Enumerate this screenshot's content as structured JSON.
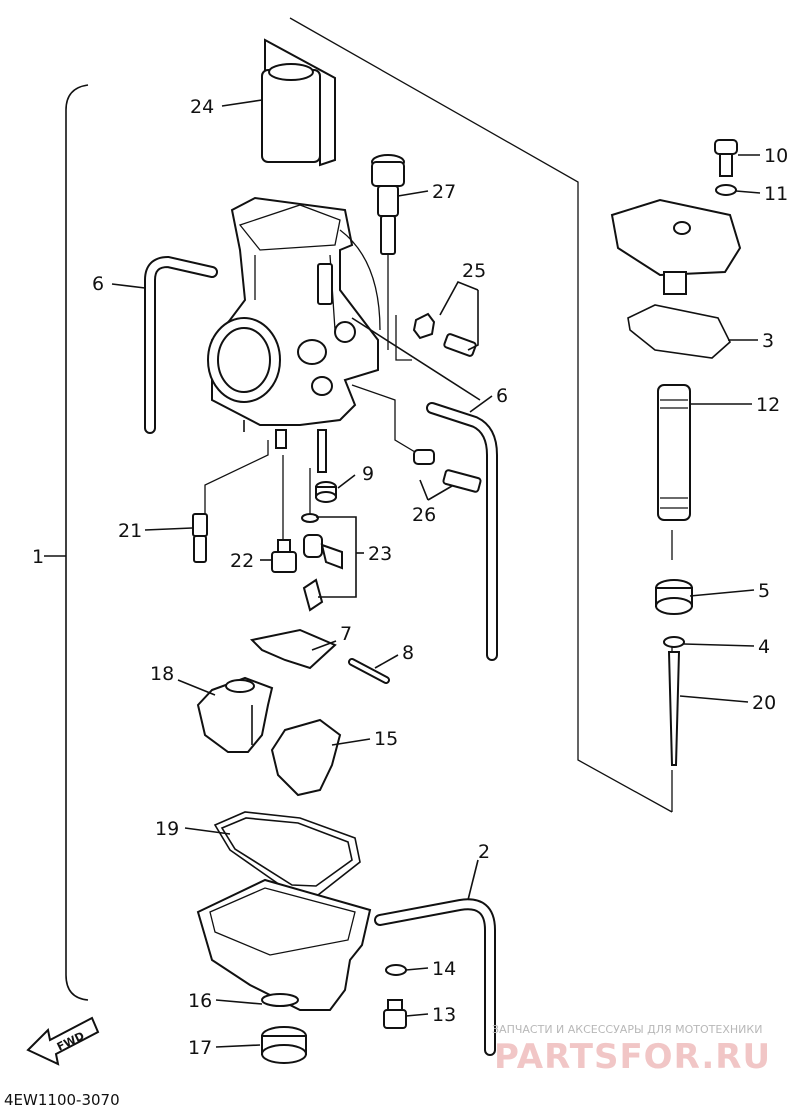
{
  "diagram": {
    "callouts": [
      {
        "id": "1",
        "label": "1"
      },
      {
        "id": "2",
        "label": "2"
      },
      {
        "id": "3",
        "label": "3"
      },
      {
        "id": "4",
        "label": "4"
      },
      {
        "id": "5",
        "label": "5"
      },
      {
        "id": "6a",
        "label": "6"
      },
      {
        "id": "6b",
        "label": "6"
      },
      {
        "id": "7",
        "label": "7"
      },
      {
        "id": "8",
        "label": "8"
      },
      {
        "id": "9",
        "label": "9"
      },
      {
        "id": "10",
        "label": "10"
      },
      {
        "id": "11",
        "label": "11"
      },
      {
        "id": "12",
        "label": "12"
      },
      {
        "id": "13",
        "label": "13"
      },
      {
        "id": "14",
        "label": "14"
      },
      {
        "id": "15",
        "label": "15"
      },
      {
        "id": "16",
        "label": "16"
      },
      {
        "id": "17",
        "label": "17"
      },
      {
        "id": "18",
        "label": "18"
      },
      {
        "id": "19",
        "label": "19"
      },
      {
        "id": "20",
        "label": "20"
      },
      {
        "id": "21",
        "label": "21"
      },
      {
        "id": "22",
        "label": "22"
      },
      {
        "id": "23",
        "label": "23"
      },
      {
        "id": "24",
        "label": "24"
      },
      {
        "id": "25",
        "label": "25"
      },
      {
        "id": "26",
        "label": "26"
      },
      {
        "id": "27",
        "label": "27"
      }
    ],
    "fwd_label": "FWD",
    "part_code": "4EW1100-3070"
  },
  "watermark": {
    "tagline": "ЗАПЧАСТИ И АКСЕССУАРЫ ДЛЯ МОТОТЕХНИКИ",
    "brand": "PARTSFOR.RU",
    "brand_color": "#e8a0a0"
  }
}
